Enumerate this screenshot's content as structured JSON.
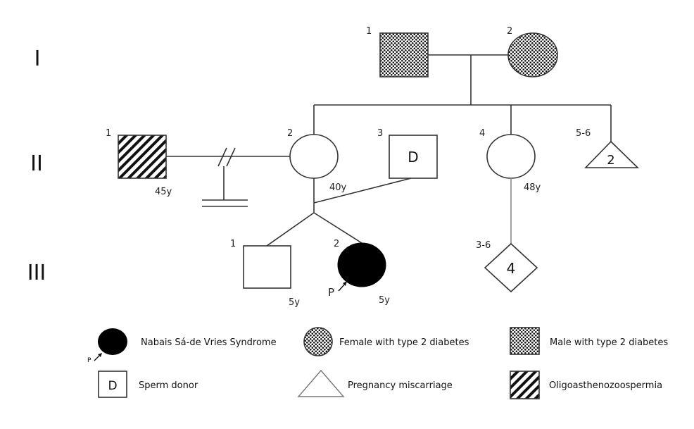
{
  "generations": [
    "I",
    "II",
    "III"
  ],
  "individuals": {
    "I_1": {
      "number": "1",
      "sex": "male",
      "status": "type 2 diabetes"
    },
    "I_2": {
      "number": "2",
      "sex": "female",
      "status": "type 2 diabetes"
    },
    "II_1": {
      "number": "1",
      "sex": "male",
      "status": "oligoasthenozoospermia",
      "age": "45y"
    },
    "II_2": {
      "number": "2",
      "sex": "female",
      "status": "unaffected",
      "age": "40y"
    },
    "II_3": {
      "number": "3",
      "sex": "male",
      "status": "sperm donor",
      "symbol_text": "D"
    },
    "II_4": {
      "number": "4",
      "sex": "female",
      "status": "unaffected",
      "age": "48y"
    },
    "II_5_6": {
      "number": "5-6",
      "type": "pregnancy miscarriage",
      "count": "2"
    },
    "III_1": {
      "number": "1",
      "sex": "male",
      "status": "unaffected",
      "age": "5y"
    },
    "III_2": {
      "number": "2",
      "sex": "female",
      "status": "Nabais Sá-de Vries Syndrome",
      "age": "5y",
      "proband_label": "P"
    },
    "III_3_6": {
      "number": "3-6",
      "type": "multiple individuals",
      "count": "4"
    }
  },
  "legend": {
    "proband_label": "P",
    "donor_letter": "D",
    "items": [
      {
        "label": "Nabais Sá-de Vries Syndrome"
      },
      {
        "label": "Female with type 2 diabetes"
      },
      {
        "label": "Male with type 2 diabetes"
      },
      {
        "label": "Sperm donor"
      },
      {
        "label": "Pregnancy miscarriage"
      },
      {
        "label": "Oligoasthenozoospermia"
      }
    ]
  }
}
